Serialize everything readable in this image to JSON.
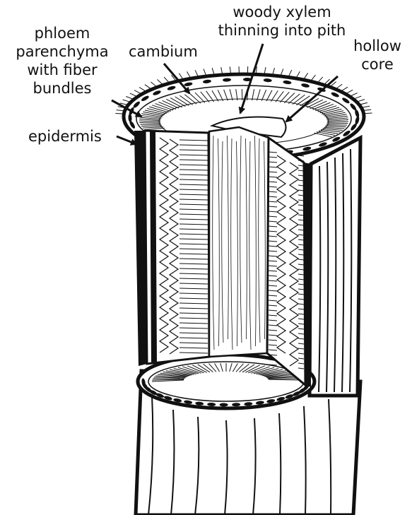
{
  "labels": {
    "phloem": [
      "phloem",
      "parenchyma",
      "with fiber",
      "bundles"
    ],
    "cambium": [
      "cambium"
    ],
    "xylem": [
      "woody xylem",
      "thinning into pith"
    ],
    "hollow": [
      "hollow",
      "core"
    ],
    "epidermis": [
      "epidermis"
    ]
  },
  "colors": {
    "ink": "#111111",
    "paper": "#ffffff"
  }
}
